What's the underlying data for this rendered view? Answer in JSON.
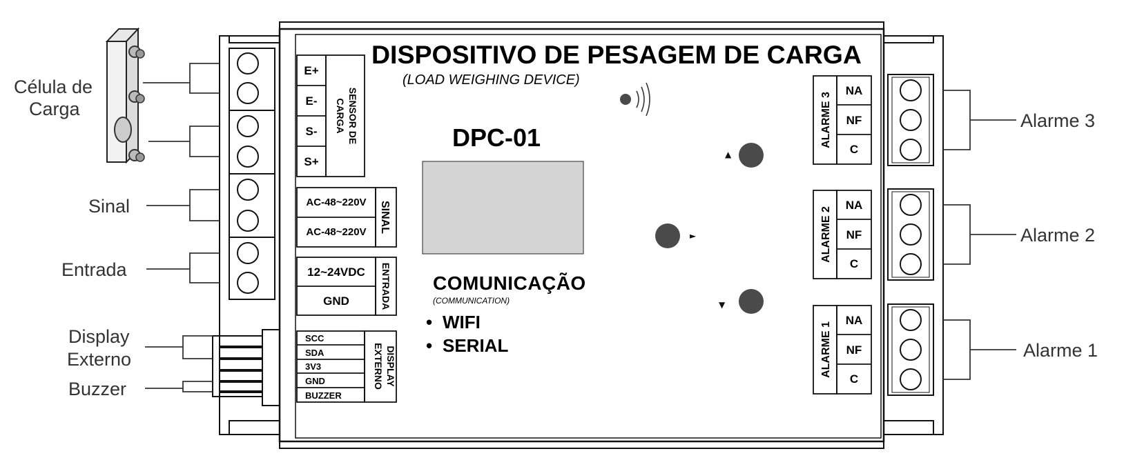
{
  "device": {
    "title": "DISPOSITIVO DE PESAGEM DE CARGA",
    "subtitle": "(LOAD WEIGHING DEVICE)",
    "model": "DPC-01",
    "communication_title": "COMUNICAÇÃO",
    "communication_subtitle": "(COMMUNICATION)",
    "comm_items": [
      "WIFI",
      "SERIAL"
    ],
    "bullet": "•"
  },
  "external_labels": {
    "load_cell_line1": "Célula de",
    "load_cell_line2": "Carga",
    "signal": "Sinal",
    "input": "Entrada",
    "display_line1": "Display",
    "display_line2": "Externo",
    "buzzer": "Buzzer",
    "alarm3": "Alarme 3",
    "alarm2": "Alarme 2",
    "alarm1": "Alarme 1"
  },
  "terminal_blocks": {
    "sensor": {
      "pins": [
        "E+",
        "E-",
        "S-",
        "S+"
      ],
      "title_line1": "SENSOR DE",
      "title_line2": "CARGA"
    },
    "signal": {
      "pins": [
        "AC-48~220V",
        "AC-48~220V"
      ],
      "title": "SINAL"
    },
    "input": {
      "pins": [
        "12~24VDC",
        "GND"
      ],
      "title": "ENTRADA"
    },
    "display": {
      "pins": [
        "SCC",
        "SDA",
        "3V3",
        "GND",
        "BUZZER"
      ],
      "title_line1": "DISPLAY",
      "title_line2": "EXTERNO"
    },
    "alarms": [
      {
        "title": "ALARME 3",
        "pins": [
          "NA",
          "NF",
          "C"
        ]
      },
      {
        "title": "ALARME 2",
        "pins": [
          "NA",
          "NF",
          "C"
        ]
      },
      {
        "title": "ALARME 1",
        "pins": [
          "NA",
          "NF",
          "C"
        ]
      }
    ]
  },
  "buttons": {
    "up_arrow": "▲",
    "right_arrow": "►",
    "down_arrow": "▼"
  },
  "colors": {
    "button": "#4a4a4a",
    "screen": "#d4d4d4",
    "line": "#111111"
  }
}
